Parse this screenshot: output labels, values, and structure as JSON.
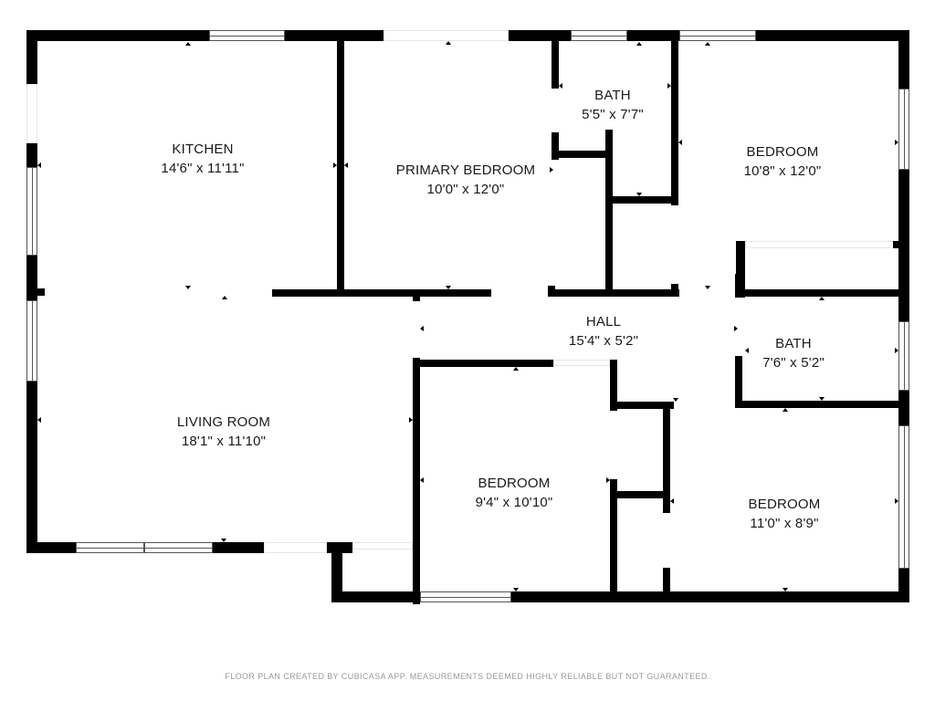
{
  "rooms": {
    "kitchen": {
      "name": "KITCHEN",
      "size": "14'6\" x 11'11\""
    },
    "primary_bedroom": {
      "name": "PRIMARY BEDROOM",
      "size": "10'0\" x 12'0\""
    },
    "bath_1": {
      "name": "BATH",
      "size": "5'5\" x 7'7\""
    },
    "bedroom_ne": {
      "name": "BEDROOM",
      "size": "10'8\" x 12'0\""
    },
    "hall": {
      "name": "HALL",
      "size": "15'4\" x 5'2\""
    },
    "bath_2": {
      "name": "BATH",
      "size": "7'6\" x 5'2\""
    },
    "living_room": {
      "name": "LIVING ROOM",
      "size": "18'1\" x 11'10\""
    },
    "bedroom_s": {
      "name": "BEDROOM",
      "size": "9'4\" x 10'10\""
    },
    "bedroom_se": {
      "name": "BEDROOM",
      "size": "11'0\" x 8'9\""
    }
  },
  "footer": {
    "disclaimer": "FLOOR PLAN CREATED BY CUBICASA APP. MEASUREMENTS DEEMED HIGHLY RELIABLE BUT NOT GUARANTEED."
  },
  "colors": {
    "wall": "#000000",
    "background": "#ffffff",
    "label": "#1a1a1a",
    "footer_text": "#9a9a9a"
  }
}
